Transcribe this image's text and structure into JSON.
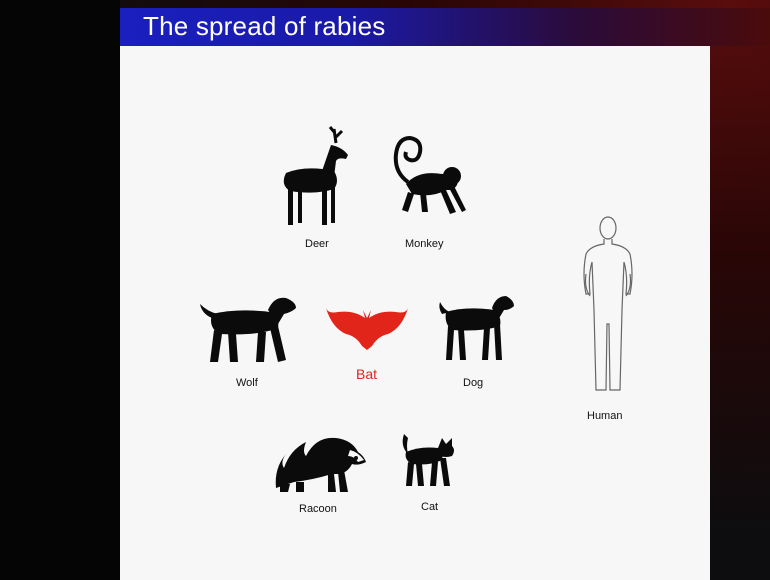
{
  "slide": {
    "title": "The spread of rabies",
    "animals": {
      "deer": "Deer",
      "monkey": "Monkey",
      "wolf": "Wolf",
      "bat": "Bat",
      "dog": "Dog",
      "racoon": "Racoon",
      "cat": "Cat",
      "human": "Human"
    }
  },
  "colors": {
    "title_bar": "#1a1fbf",
    "bat": "#e1251b",
    "silhouette": "#0b0b0b",
    "slide_bg": "#f7f7f7"
  }
}
